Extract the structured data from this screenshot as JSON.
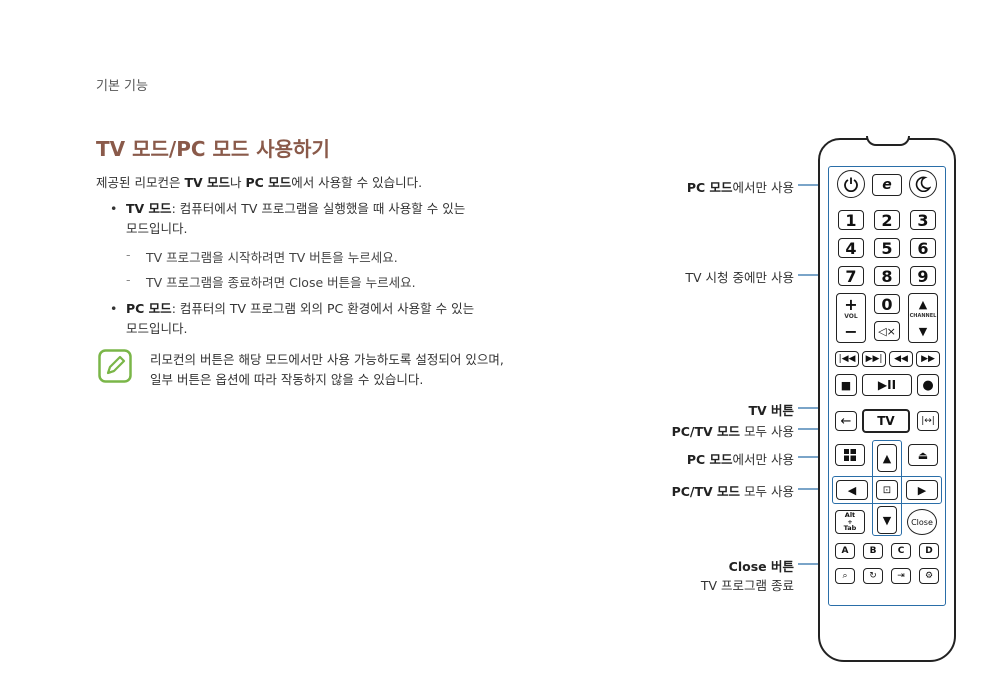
{
  "header": {
    "section_label": "기본 기능"
  },
  "page_title": "TV 모드/PC 모드 사용하기",
  "intro": {
    "pre": "제공된 리모컨은 ",
    "b1": "TV 모드",
    "mid": "나 ",
    "b2": "PC 모드",
    "post": "에서 사용할 수 있습니다."
  },
  "bullets": [
    {
      "bold": "TV 모드",
      "text": ": 컴퓨터에서 TV 프로그램을 실행했을 때 사용할 수 있는",
      "text2": "모드입니다."
    },
    {
      "bold": "PC 모드",
      "text": ": 컴퓨터의 TV 프로그램 외의 PC 환경에서 사용할 수 있는",
      "text2": "모드입니다."
    }
  ],
  "sub_items": [
    "TV 프로그램을 시작하려면 TV 버튼을 누르세요.",
    "TV 프로그램을 종료하려면 Close 버튼을 누르세요."
  ],
  "note": {
    "line1": "리모컨의 버튼은 해당 모드에서만 사용 가능하도록 설정되어 있으며,",
    "line2": "일부 버튼은 옵션에 따라 작동하지 않을 수 있습니다."
  },
  "callouts": {
    "pc_only_1": {
      "bold": "PC 모드",
      "text": "에서만 사용"
    },
    "tv_only": {
      "text": "TV 시청 중에만 사용"
    },
    "tv_button": {
      "bold": "TV 버튼"
    },
    "pctv_1": {
      "bold": "PC/TV 모드",
      "text": " 모두 사용"
    },
    "pc_only_2": {
      "bold": "PC 모드",
      "text": "에서만 사용"
    },
    "pctv_2": {
      "bold": "PC/TV 모드",
      "text": " 모두 사용"
    },
    "close_button": {
      "bold": "Close 버튼",
      "text": "TV 프로그램 종료"
    }
  },
  "remote": {
    "numbers": [
      "1",
      "2",
      "3",
      "4",
      "5",
      "6",
      "7",
      "8",
      "9"
    ],
    "zero": "0",
    "vol_label": "VOL",
    "channel_label": "CHANNEL",
    "tv_label": "TV",
    "alt_tab": "Alt\n+\nTab",
    "close_label": "Close",
    "letters": [
      "A",
      "B",
      "C",
      "D"
    ]
  },
  "colors": {
    "title": "#8a5a4a",
    "callout_line": "#2a6ea8",
    "note_icon": "#7ab648"
  }
}
